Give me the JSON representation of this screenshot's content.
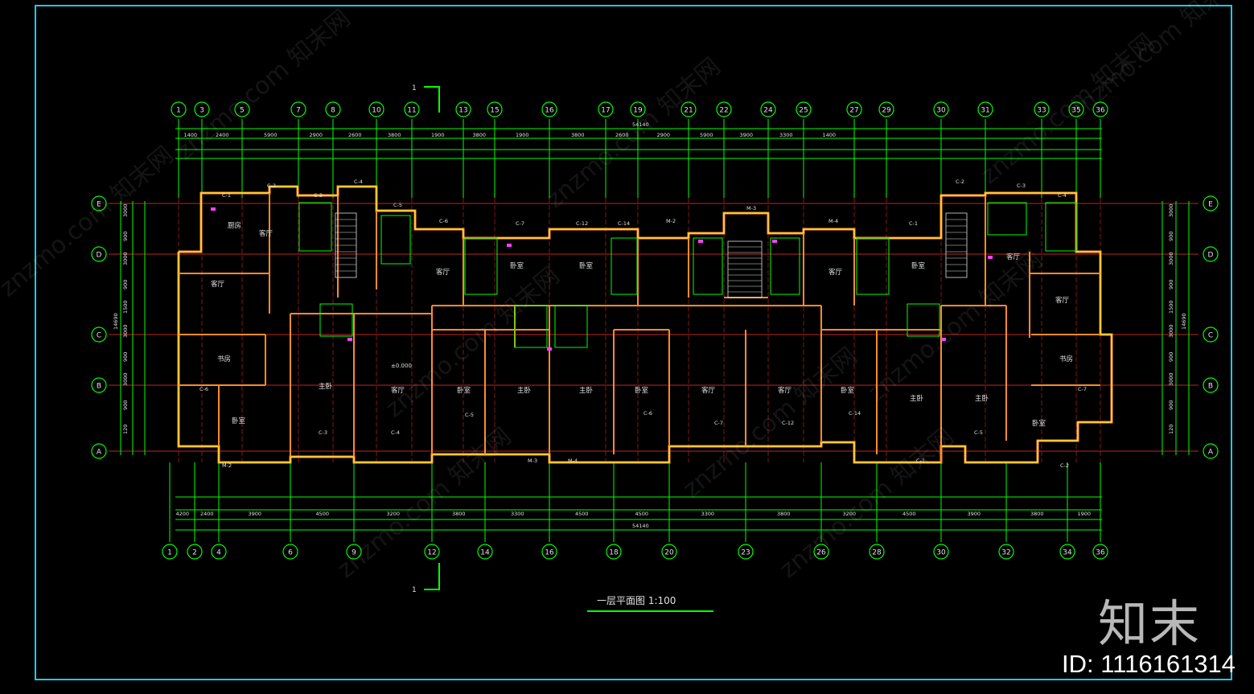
{
  "drawing": {
    "title": "一层平面图 1:100",
    "colors": {
      "frame": "#20c8e8",
      "grid": "#00ff00",
      "axis_line": "#ff3030",
      "wall": "#ff8c2a",
      "wall_inner": "#ffff40",
      "text": "#e0e0e0",
      "door": "#ff40ff"
    },
    "axes_top": [
      "1",
      "3",
      "5",
      "7",
      "8",
      "10",
      "11",
      "13",
      "15",
      "16",
      "17",
      "19",
      "21",
      "22",
      "24",
      "25",
      "27",
      "29",
      "30",
      "31",
      "33",
      "35",
      "36"
    ],
    "axes_bottom": [
      "1",
      "2",
      "4",
      "6",
      "9",
      "12",
      "14",
      "16",
      "18",
      "20",
      "23",
      "26",
      "28",
      "30",
      "32",
      "34",
      "36"
    ],
    "axes_side": [
      "E",
      "D",
      "C",
      "B",
      "A"
    ],
    "overall_dimension": "54140",
    "top_dims_row1": [
      "1400",
      "2400",
      "5900",
      "2900",
      "2600",
      "3800",
      "1900",
      "3800",
      "1900",
      "3800",
      "2600",
      "2900",
      "5900",
      "3900",
      "3300",
      "1400"
    ],
    "bottom_dims_row1": [
      "4200",
      "2400",
      "3900",
      "4500",
      "3200",
      "3800",
      "3300",
      "4500",
      "4500",
      "3300",
      "3800",
      "3200",
      "4500",
      "3900",
      "3800",
      "1900"
    ],
    "side_dims": [
      "3000",
      "900",
      "3000",
      "900",
      "1500",
      "3000",
      "900",
      "3000",
      "900",
      "120"
    ],
    "side_total": "14690",
    "rooms": [
      {
        "id": "kitchen-w",
        "label": "厨房"
      },
      {
        "id": "living-w1",
        "label": "客厅"
      },
      {
        "id": "living-w2",
        "label": "客厅"
      },
      {
        "id": "study-w",
        "label": "书房"
      },
      {
        "id": "bed-w",
        "label": "卧室"
      },
      {
        "id": "master-w",
        "label": "主卧"
      },
      {
        "id": "living-w3",
        "label": "客厅"
      },
      {
        "id": "bed-m1",
        "label": "卧室"
      },
      {
        "id": "bed-m2",
        "label": "卧室"
      },
      {
        "id": "living-m1",
        "label": "客厅"
      },
      {
        "id": "bed-m3",
        "label": "卧室"
      },
      {
        "id": "master-m1",
        "label": "主卧"
      },
      {
        "id": "master-m2",
        "label": "主卧"
      },
      {
        "id": "bed-m4",
        "label": "卧室"
      },
      {
        "id": "living-c1",
        "label": "客厅"
      },
      {
        "id": "living-c2",
        "label": "客厅"
      },
      {
        "id": "living-m2",
        "label": "客厅"
      },
      {
        "id": "bed-m5",
        "label": "卧室"
      },
      {
        "id": "bed-m6",
        "label": "卧室"
      },
      {
        "id": "master-e1",
        "label": "主卧"
      },
      {
        "id": "master-e2",
        "label": "主卧"
      },
      {
        "id": "living-e1",
        "label": "客厅"
      },
      {
        "id": "living-e2",
        "label": "客厅"
      },
      {
        "id": "study-e",
        "label": "书房"
      },
      {
        "id": "bed-e",
        "label": "卧室"
      }
    ],
    "windows": [
      "C-1",
      "C-2",
      "C-3",
      "C-4",
      "C-5",
      "C-6",
      "C-7",
      "C-12",
      "C-14",
      "M-2",
      "M-3",
      "M-4"
    ],
    "section_mark": "1",
    "level": "±0.000"
  },
  "watermark": {
    "logo": "知末",
    "id": "ID: 1116161314",
    "repeat_text": "znzmo.com 知末网"
  }
}
